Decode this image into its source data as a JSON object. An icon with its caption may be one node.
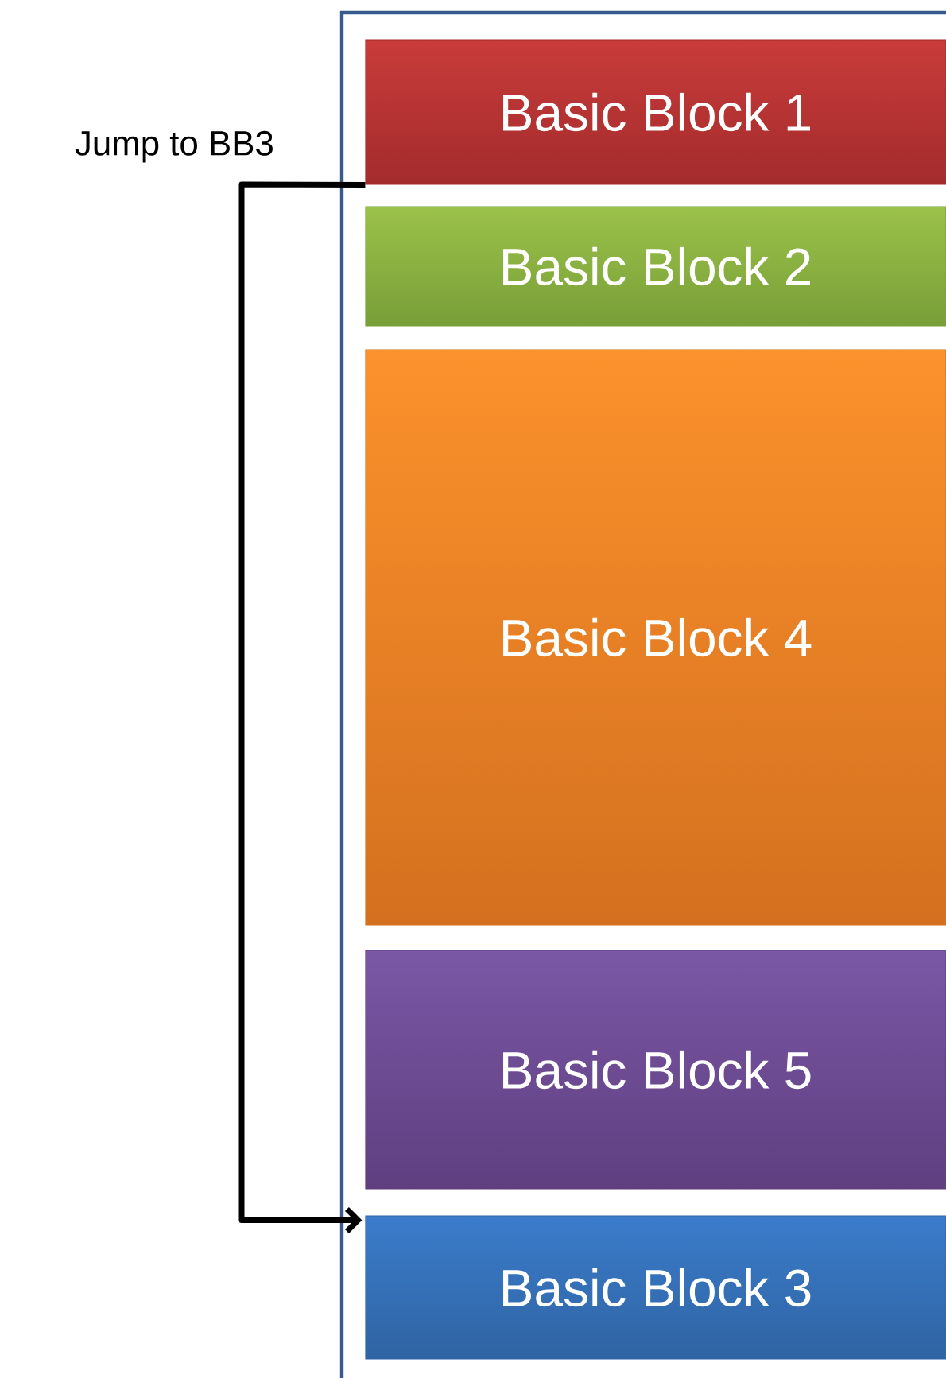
{
  "diagram": {
    "nodes": [
      {
        "text": [],
        "shape": "box"
      },
      {
        "text": [
          "Basic Block 1"
        ],
        "in": 0
      },
      {
        "text": [
          "Basic Block 2"
        ],
        "in": 0
      },
      {
        "text": [
          "Basic Block 4"
        ],
        "in": 0
      },
      {
        "text": [
          "Basic Block 5"
        ],
        "in": 0
      },
      {
        "text": [
          "Basic Block 3"
        ],
        "in": 0
      }
    ],
    "edges": [
      {
        "from": 1,
        "to": 5,
        "arrow": "to",
        "label": "Jump to BB3"
      }
    ]
  }
}
